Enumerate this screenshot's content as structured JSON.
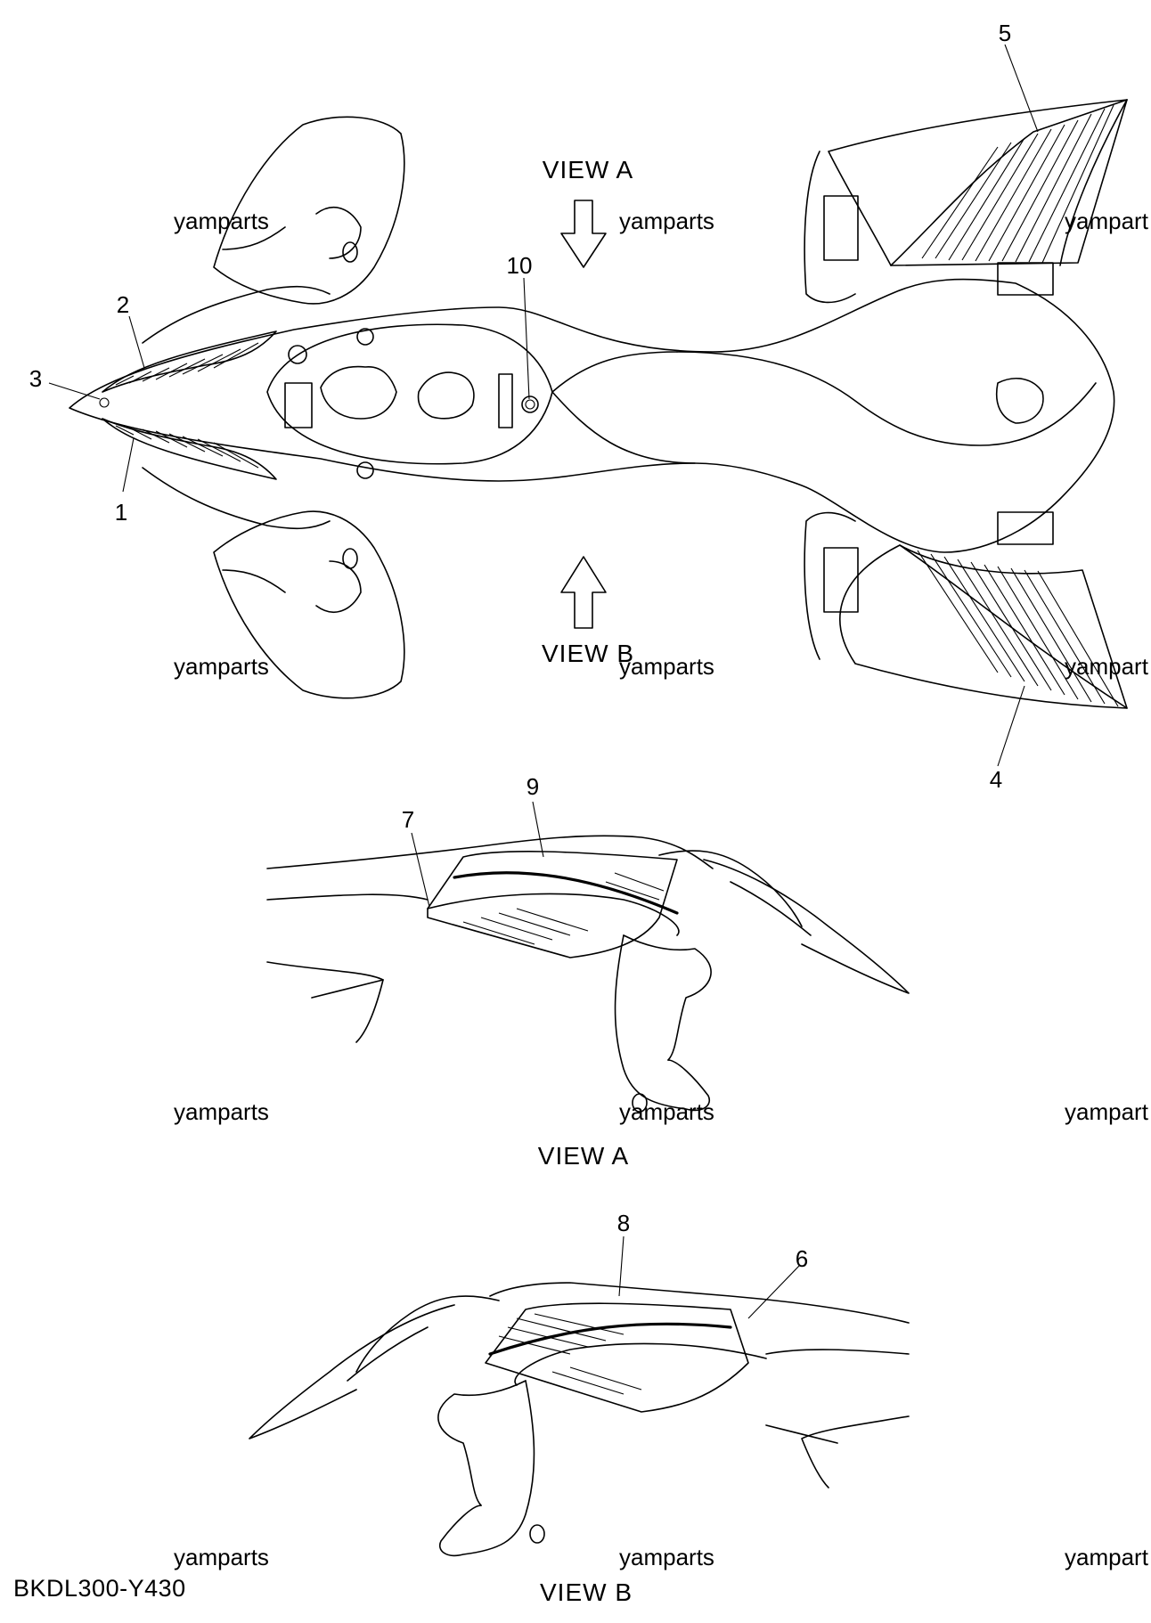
{
  "diagram": {
    "part_code": "BKDL300-Y430",
    "watermark": "yamparts",
    "watermark_edge": "yampart",
    "views": {
      "view_a": "VIEW A",
      "view_b": "VIEW B"
    },
    "callouts": [
      "1",
      "2",
      "3",
      "4",
      "5",
      "6",
      "7",
      "8",
      "9",
      "10"
    ]
  }
}
